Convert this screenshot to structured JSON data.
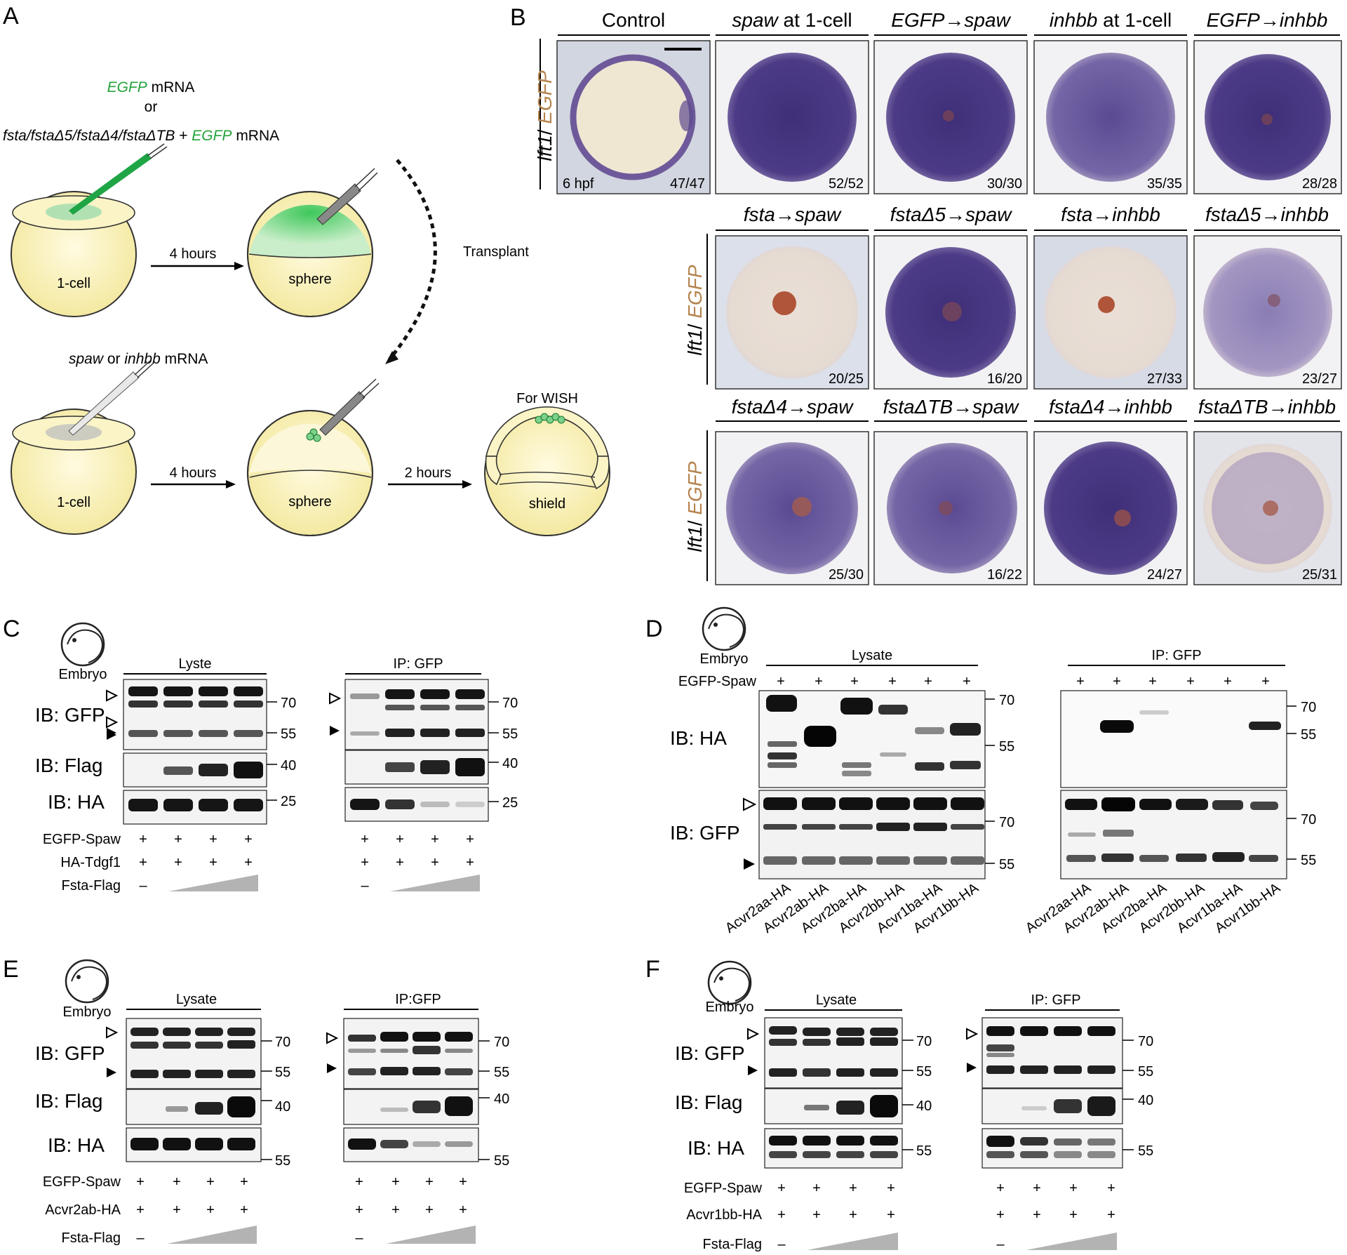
{
  "panel_letters": [
    "A",
    "B",
    "C",
    "D",
    "E",
    "F"
  ],
  "panelA": {
    "egfp_mrna": "EGFP",
    "mrna_word": " mRNA",
    "or": "or",
    "fsta_constructs": "fsta/fstaΔ5/fstaΔ4/fstaΔTB",
    "plus": " + ",
    "four_hours": "4 hours",
    "two_hours": "2 hours",
    "one_cell": "1-cell",
    "sphere": "sphere",
    "shield": "shield",
    "transplant": "Transplant",
    "spaw": "spaw",
    "or_word": " or ",
    "inhbb": "inhbb",
    "for_wish": "For WISH"
  },
  "panelB": {
    "ylabel_gene": "lft1",
    "ylabel_sep": "/ ",
    "ylabel_egfp": "EGFP",
    "stage": "6 hpf",
    "row1": [
      {
        "title": "Control",
        "count": "47/47"
      },
      {
        "title": "spaw at 1-cell",
        "count": "52/52"
      },
      {
        "title": "EGFP→spaw",
        "count": "30/30"
      },
      {
        "title": "inhbb at 1-cell",
        "count": "35/35"
      },
      {
        "title": "EGFP→inhbb",
        "count": "28/28"
      }
    ],
    "row2": [
      {
        "title": "fsta→spaw",
        "count": "20/25"
      },
      {
        "title": "fstaΔ5→spaw",
        "count": "16/20"
      },
      {
        "title": "fsta→inhbb",
        "count": "27/33"
      },
      {
        "title": "fstaΔ5→inhbb",
        "count": "23/27"
      }
    ],
    "row3": [
      {
        "title": "fstaΔ4→spaw",
        "count": "25/30"
      },
      {
        "title": "fstaΔTB→spaw",
        "count": "16/22"
      },
      {
        "title": "fstaΔ4→inhbb",
        "count": "24/27"
      },
      {
        "title": "fstaΔTB→inhbb",
        "count": "25/31"
      }
    ]
  },
  "panelC": {
    "embryo": "Embryo",
    "lysate_title": "Lyste",
    "ip_title": "IP: GFP",
    "ib_gfp": "IB: GFP",
    "ib_flag": "IB: Flag",
    "ib_ha": "IB: HA",
    "mw_gfp": [
      "70",
      "55"
    ],
    "mw_flag": "40",
    "mw_ha": "25",
    "rows": [
      "EGFP-Spaw",
      "HA-Tdgf1",
      "Fsta-Flag"
    ],
    "plus": "+",
    "minus": "–"
  },
  "panelD": {
    "embryo": "Embryo",
    "lysate_title": "Lysate",
    "ip_title": "IP: GFP",
    "egfp_spaw": "EGFP-Spaw",
    "ib_ha": "IB: HA",
    "ib_gfp": "IB: GFP",
    "mw_ha": [
      "70",
      "55"
    ],
    "mw_gfp": [
      "70",
      "55"
    ],
    "plus": "+",
    "lanes": [
      "Acvr2aa-HA",
      "Acvr2ab-HA",
      "Acvr2ba-HA",
      "Acvr2bb-HA",
      "Acvr1ba-HA",
      "Acvr1bb-HA"
    ]
  },
  "panelE": {
    "embryo": "Embryo",
    "lysate_title": "Lysate",
    "ip_title": "IP:GFP",
    "ib_gfp": "IB: GFP",
    "ib_flag": "IB: Flag",
    "ib_ha": "IB: HA",
    "mw_gfp": [
      "70",
      "55"
    ],
    "mw_flag": "40",
    "mw_ha": "55",
    "rows": [
      "EGFP-Spaw",
      "Acvr2ab-HA",
      "Fsta-Flag"
    ],
    "plus": "+",
    "minus": "–"
  },
  "panelF": {
    "embryo": "Embryo",
    "lysate_title": "Lysate",
    "ip_title": "IP: GFP",
    "ib_gfp": "IB: GFP",
    "ib_flag": "IB: Flag",
    "ib_ha": "IB: HA",
    "mw_gfp": [
      "70",
      "55"
    ],
    "mw_flag": "40",
    "mw_ha": "55",
    "rows": [
      "EGFP-Spaw",
      "Acvr1bb-HA",
      "Fsta-Flag"
    ],
    "plus": "+",
    "minus": "–"
  }
}
